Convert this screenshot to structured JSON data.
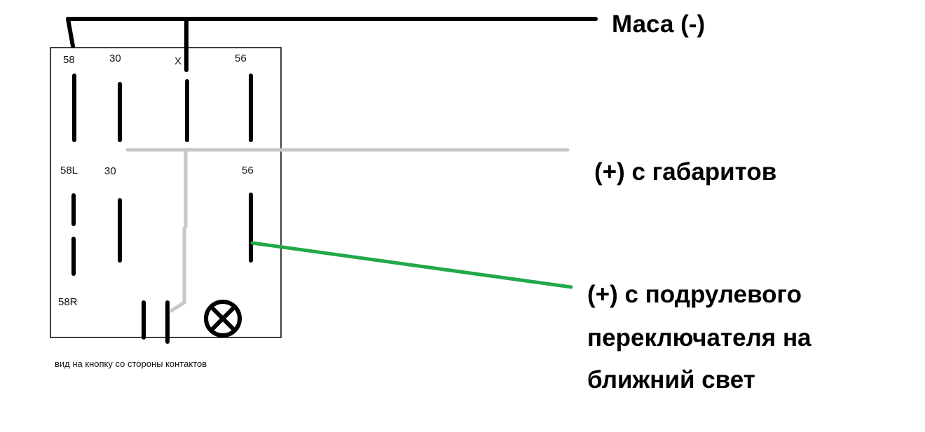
{
  "pins": {
    "top": [
      "58",
      "30",
      "X",
      "56"
    ],
    "bottom": [
      "58L",
      "30",
      "56"
    ],
    "bottom_left": "58R"
  },
  "caption": "вид на кнопку со стороны контактов",
  "labels": {
    "ground": "Маса (-)",
    "parking_lights": "(+) с габаритов",
    "switch_line1": "(+) с подрулевого",
    "switch_line2": "переключателя на",
    "switch_line3": "ближний свет"
  },
  "colors": {
    "ground_wire": "#000000",
    "parking_wire": "#c8c8c8",
    "low_beam_wire": "#22a84a"
  }
}
